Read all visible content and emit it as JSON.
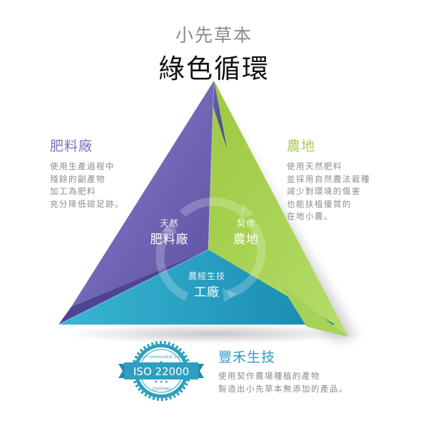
{
  "header": {
    "brand": "小先草本",
    "title": "綠色循環"
  },
  "segments": [
    {
      "id": "fertilizer",
      "inner_small": "天然",
      "inner_large": "肥料廠",
      "color": "#7a6fc0"
    },
    {
      "id": "farm",
      "inner_small": "契作",
      "inner_large": "農地",
      "color": "#a8d255"
    },
    {
      "id": "factory",
      "inner_small": "農經生技",
      "inner_large": "工廠",
      "color": "#2aa8c8"
    }
  ],
  "callouts": {
    "fertilizer": {
      "heading": "肥料廠",
      "lines": [
        "使用生產過程中",
        "殘餘的副產物",
        "加工為肥料",
        "充分降低碳足跡。"
      ],
      "color": "#7c73b6"
    },
    "farm": {
      "heading": "農地",
      "lines": [
        "使用天然肥料",
        "並採用自然農法栽種",
        "減少對環境的傷害",
        "也能扶植優質的",
        "在地小農。"
      ],
      "color": "#a9cc4e"
    },
    "factory": {
      "heading": "豐禾生技",
      "lines": [
        "使用契作農場種植的產物",
        "製造出小先草本無添加的產品。"
      ],
      "color": "#2b9dc2"
    }
  },
  "badge": {
    "label": "ISO 22000",
    "arc_top": "QUALITY MANAGEMENT SYSTEM",
    "arc_bottom": "CERTIFIED",
    "color": "#2f9fc0"
  }
}
